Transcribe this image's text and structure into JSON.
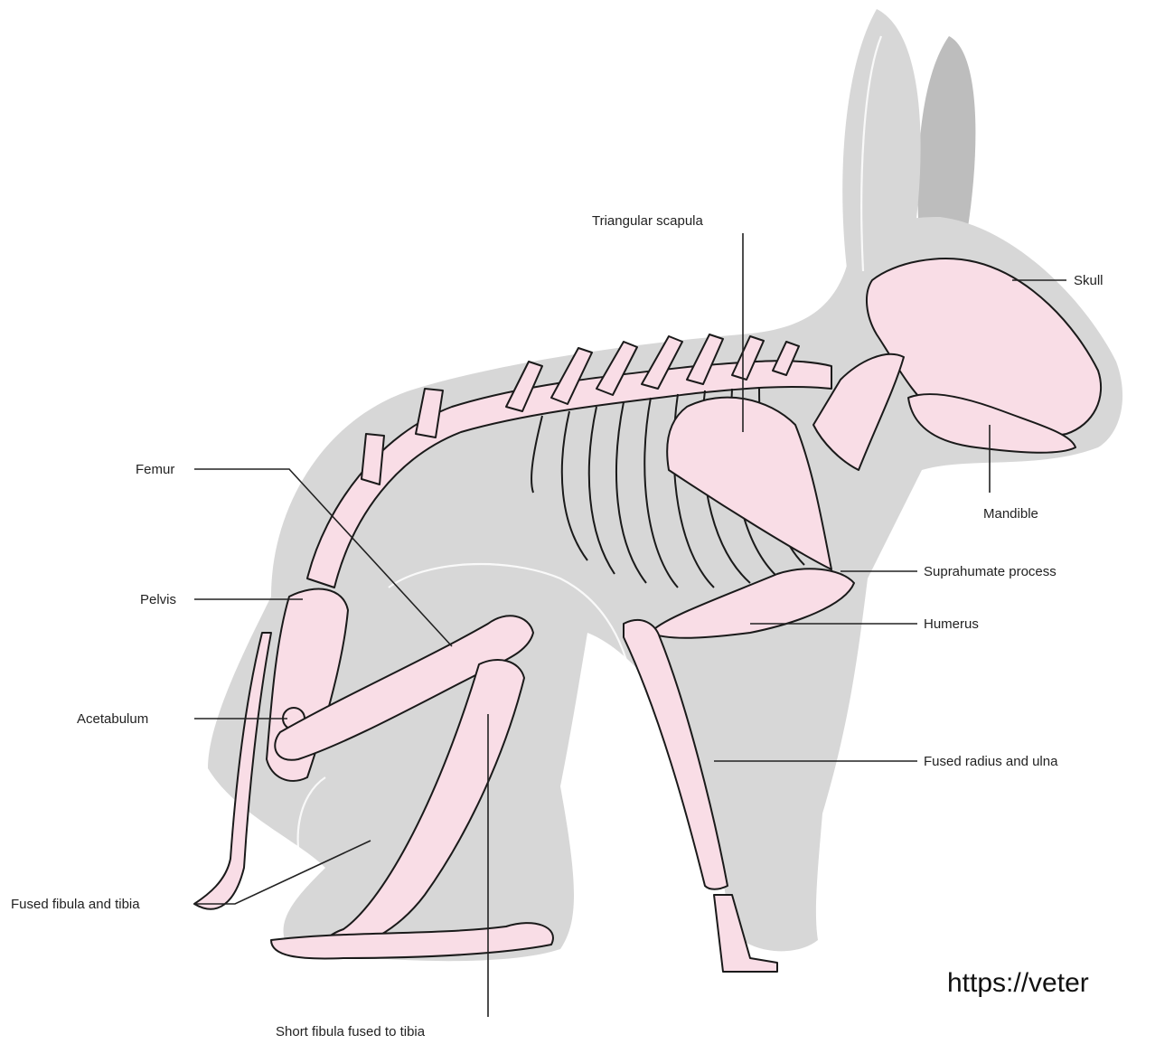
{
  "labels": {
    "triangular_scapula": "Triangular scapula",
    "skull": "Skull",
    "femur": "Femur",
    "mandible": "Mandible",
    "suprahumate_process": "Suprahumate process",
    "pelvis": "Pelvis",
    "humerus": "Humerus",
    "acetabulum": "Acetabulum",
    "fused_radius_ulna": "Fused radius and ulna",
    "fused_fibula_tibia": "Fused fibula and tibia",
    "short_fibula": "Short fibula fused to tibia"
  },
  "source_text": "https://veter",
  "colors": {
    "bone": "#f9dde6",
    "body": "#d7d7d7",
    "body_shadow": "#bdbdbd",
    "outline": "#1a1a1a"
  }
}
